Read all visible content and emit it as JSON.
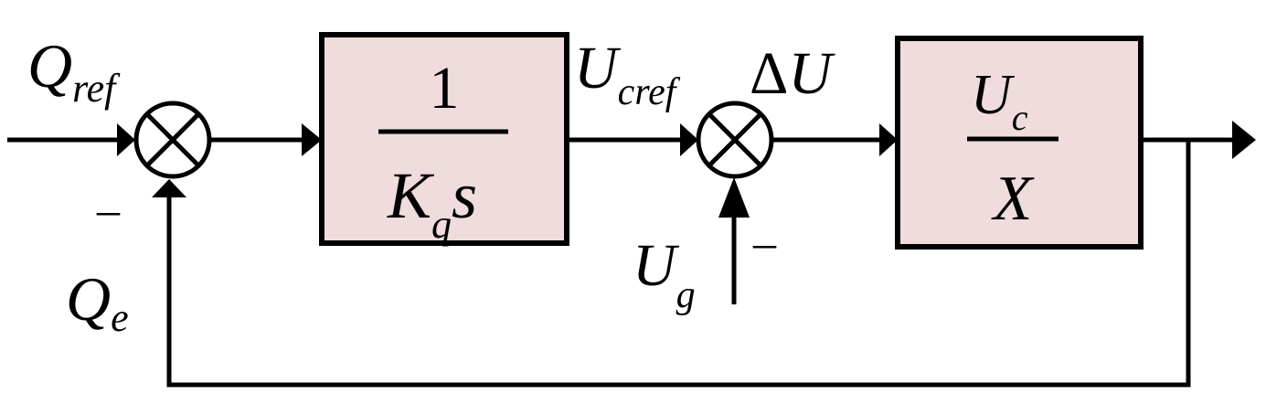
{
  "colors": {
    "block_fill": "#f0dcdc",
    "stroke": "#000000",
    "background": "#ffffff"
  },
  "input": {
    "Q": "Q",
    "ref": "ref"
  },
  "feedback": {
    "Q": "Q",
    "e": "e"
  },
  "sum1": {
    "minus": "–"
  },
  "block1": {
    "numerator": "1",
    "K": "K",
    "q": "q",
    "s": "s"
  },
  "signal_ucref": {
    "U": "U",
    "cref": "cref"
  },
  "signal_du": {
    "delta": "Δ",
    "U": "U"
  },
  "sum2": {
    "minus": "–"
  },
  "grid_voltage": {
    "U": "U",
    "g": "g"
  },
  "block2": {
    "U": "U",
    "c": "c",
    "X": "X"
  }
}
